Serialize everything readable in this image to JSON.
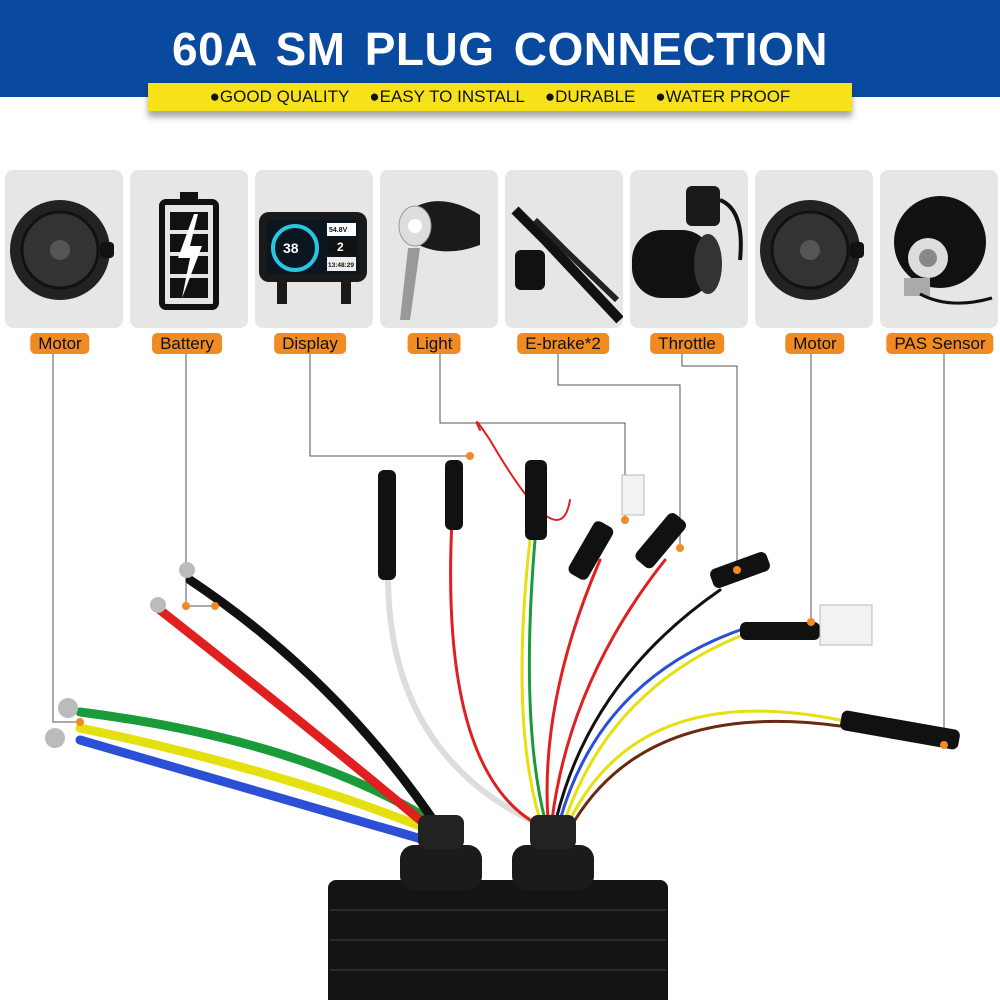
{
  "header": {
    "title": "60A  SM  PLUG CONNECTION",
    "features": [
      "●GOOD QUALITY",
      "●EASY TO INSTALL",
      "●DURABLE",
      "●WATER PROOF"
    ]
  },
  "components": [
    {
      "label": "Motor",
      "icon": "hub-motor-icon"
    },
    {
      "label": "Battery",
      "icon": "battery-icon"
    },
    {
      "label": "Display",
      "icon": "display-icon"
    },
    {
      "label": "Light",
      "icon": "headlight-icon"
    },
    {
      "label": "E-brake*2",
      "icon": "brake-lever-icon"
    },
    {
      "label": "Throttle",
      "icon": "throttle-icon"
    },
    {
      "label": "Motor",
      "icon": "hub-motor-icon"
    },
    {
      "label": "PAS Sensor",
      "icon": "pas-sensor-icon"
    }
  ],
  "display_screen": {
    "speed": "38",
    "voltage": "54.8V",
    "gear": "2",
    "clock": "13:48:29"
  },
  "colors": {
    "banner": "#0a4a9e",
    "ribbon": "#f7e21a",
    "label": "#f08a22"
  }
}
